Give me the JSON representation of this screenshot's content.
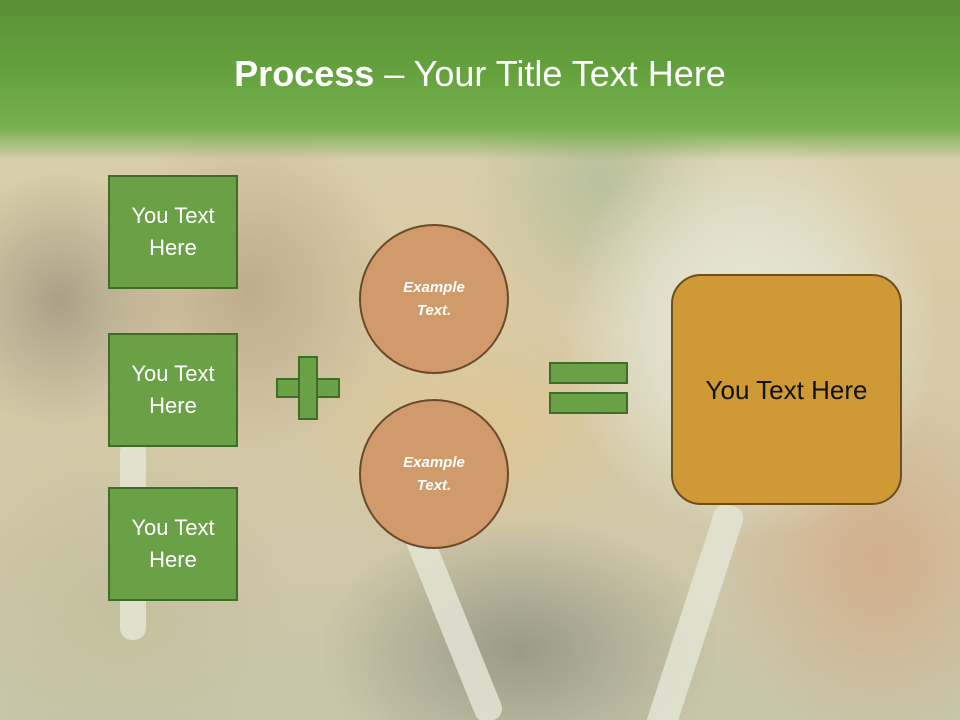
{
  "slide": {
    "title_bold": "Process",
    "title_rest": " – Your Title Text Here",
    "left_boxes": [
      {
        "label": "You Text Here"
      },
      {
        "label": "You Text Here"
      },
      {
        "label": "You Text Here"
      }
    ],
    "circles": [
      {
        "label": "Example Text."
      },
      {
        "label": "Example Text."
      }
    ],
    "result_label": "You Text Here",
    "colors": {
      "title_band": "#64a23e",
      "box_green": "#6aa046",
      "circle_tan": "#d19a6a",
      "result_gold": "#cf9935"
    },
    "icons": [
      "plus-icon",
      "equals-icon"
    ]
  }
}
